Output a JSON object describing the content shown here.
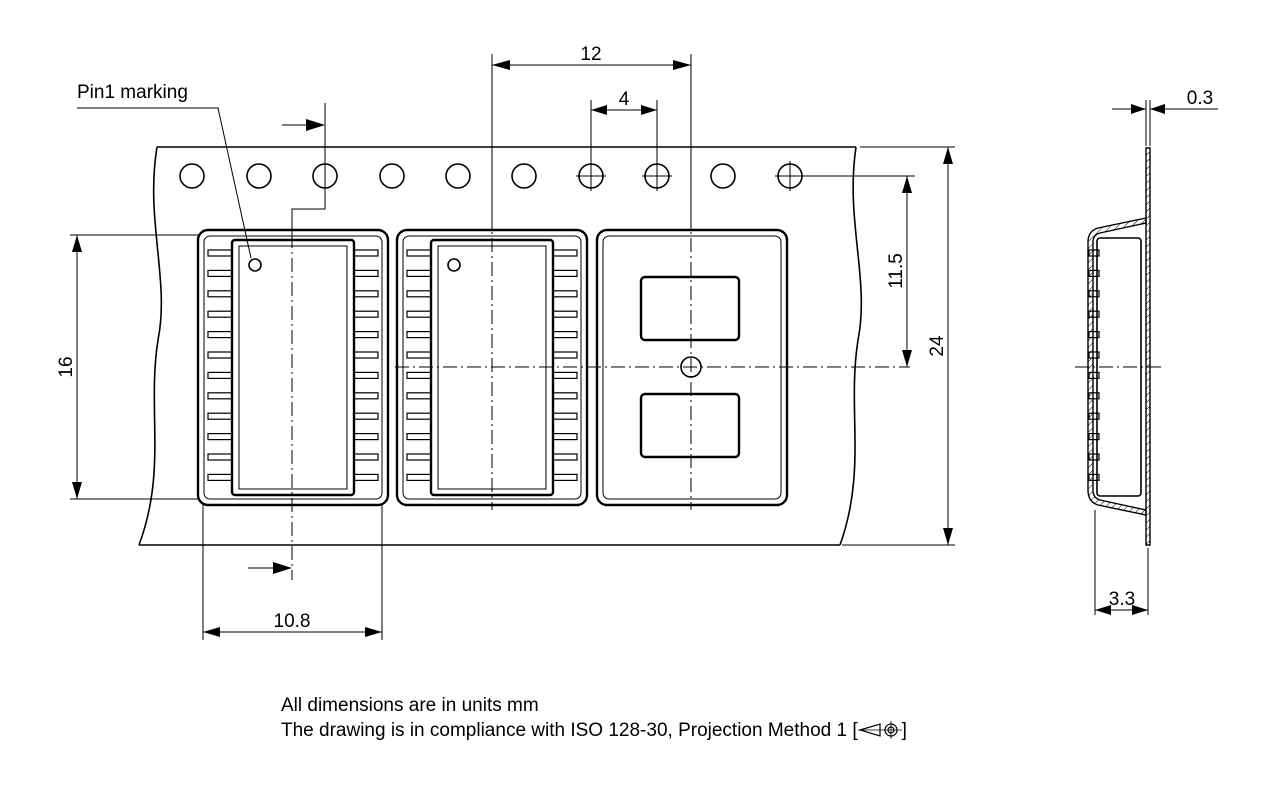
{
  "labels": {
    "pin1": "Pin1 marking"
  },
  "dimensions": {
    "pitch_12": "12",
    "pitch_4": "4",
    "thickness_0_3": "0.3",
    "height_11_5": "11.5",
    "width_24": "24",
    "height_16": "16",
    "width_10_8": "10.8",
    "depth_3_3": "3.3"
  },
  "notes": {
    "line1": "All dimensions are in units mm",
    "line2_prefix": "The drawing is in compliance with ISO 128-30, Projection Method 1 [",
    "line2_suffix": "]"
  }
}
